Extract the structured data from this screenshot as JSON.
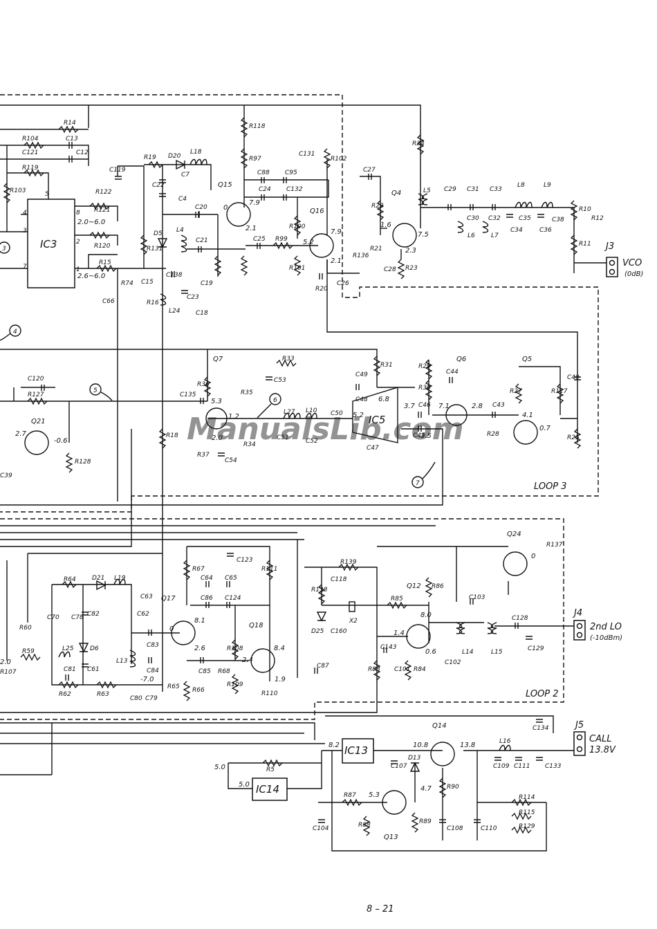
{
  "page_number": "8 – 21",
  "watermark": "ManualsLib.com",
  "ics": [
    {
      "id": "ic3",
      "label": "IC3"
    },
    {
      "id": "ic13",
      "label": "IC13"
    },
    {
      "id": "ic14",
      "label": "IC14"
    },
    {
      "id": "ic5",
      "label": "IC5"
    }
  ],
  "connectors": {
    "j3": {
      "ref": "J3",
      "name": "VCO",
      "level": "(0dB)"
    },
    "j4": {
      "ref": "J4",
      "name": "2nd LO",
      "level": "(-10dBm)"
    },
    "j5": {
      "ref": "J5",
      "name": "CALL",
      "level": "13.8V"
    }
  },
  "loops": {
    "loop3": "LOOP 3",
    "loop2": "LOOP 2"
  },
  "markers": [
    "3",
    "4",
    "5",
    "6",
    "7"
  ],
  "transistors": [
    "Q15",
    "Q16",
    "Q4",
    "Q7",
    "Q6",
    "Q5",
    "Q21",
    "Q24",
    "Q12",
    "Q17",
    "Q18",
    "Q14",
    "Q13"
  ],
  "resistors": [
    "R14",
    "R104",
    "R119",
    "R103",
    "R122",
    "R121",
    "R120",
    "R15",
    "R74",
    "R19",
    "R131",
    "R16",
    "R118",
    "R97",
    "R102",
    "R100",
    "R99",
    "R101",
    "R20",
    "R136",
    "R21",
    "R22",
    "R23",
    "R24",
    "R10",
    "R12",
    "R11",
    "R33",
    "R31",
    "R29",
    "R30",
    "R36",
    "R35",
    "R34",
    "R37",
    "R127",
    "R128",
    "R27",
    "R117",
    "R25",
    "R28",
    "R18",
    "R137",
    "R139",
    "R138",
    "R85",
    "R86",
    "R83",
    "R84",
    "R67",
    "R111",
    "R108",
    "R109",
    "R110",
    "R68",
    "R65",
    "R66",
    "R64",
    "R59",
    "R60",
    "R62",
    "R63",
    "R5",
    "R87",
    "R88",
    "R89",
    "R90",
    "R114",
    "R115",
    "R129",
    "R107"
  ],
  "capacitors": [
    "C13",
    "C121",
    "C12",
    "C119",
    "C22",
    "C7",
    "C4",
    "C20",
    "C21",
    "C15",
    "C138",
    "C19",
    "C23",
    "C18",
    "C66",
    "C131",
    "C88",
    "C95",
    "C24",
    "C132",
    "C25",
    "C26",
    "C27",
    "C28",
    "C29",
    "C30",
    "C31",
    "C32",
    "C33",
    "C34",
    "C35",
    "C36",
    "C38",
    "C53",
    "C49",
    "C48",
    "C44",
    "C40",
    "C135",
    "C120",
    "C54",
    "C51",
    "C52",
    "C50",
    "C47",
    "C46",
    "C45",
    "C43",
    "C39",
    "C123",
    "C64",
    "C65",
    "C86",
    "C124",
    "C62",
    "C63",
    "C83",
    "C84",
    "C85",
    "C70",
    "C78",
    "C82",
    "C61",
    "C81",
    "C80",
    "C79",
    "C118",
    "C160",
    "C143",
    "C101",
    "C102",
    "C103",
    "C128",
    "C129",
    "C87",
    "C134",
    "C107",
    "C109",
    "C111",
    "C133",
    "C104",
    "C108",
    "C110"
  ],
  "inductors": [
    "L18",
    "L4",
    "L24",
    "L5",
    "L6",
    "L7",
    "L8",
    "L9",
    "L27",
    "L10",
    "L19",
    "L13",
    "L25",
    "L14",
    "L15",
    "L16"
  ],
  "diodes": [
    "D20",
    "D5",
    "D21",
    "D6",
    "D25",
    "D13"
  ],
  "crystals": [
    "X2"
  ],
  "ic3_pins": [
    "4",
    "3",
    "7",
    "5",
    "8",
    "2",
    "1"
  ],
  "voltages": [
    "2.0~6.0",
    "2.6~6.0",
    "7.9",
    "2.1",
    "0",
    "5.2",
    "7.9",
    "2.1",
    "1.6",
    "7.5",
    "2.3",
    "5.3",
    "1.2",
    "2.0",
    "6.8",
    "5.2",
    "3.7",
    "7.1",
    "2.8",
    "4.1",
    "0.7",
    "3.5",
    "2.7",
    "-0.6",
    "0",
    "8.0",
    "1.4",
    "0.6",
    "8.1",
    "0",
    "2.6",
    "-7.0",
    "2.4",
    "8.4",
    "1.9",
    "2.0",
    "8.2",
    "10.8",
    "13.8",
    "5.0",
    "5.0",
    "5.3",
    "4.7"
  ]
}
